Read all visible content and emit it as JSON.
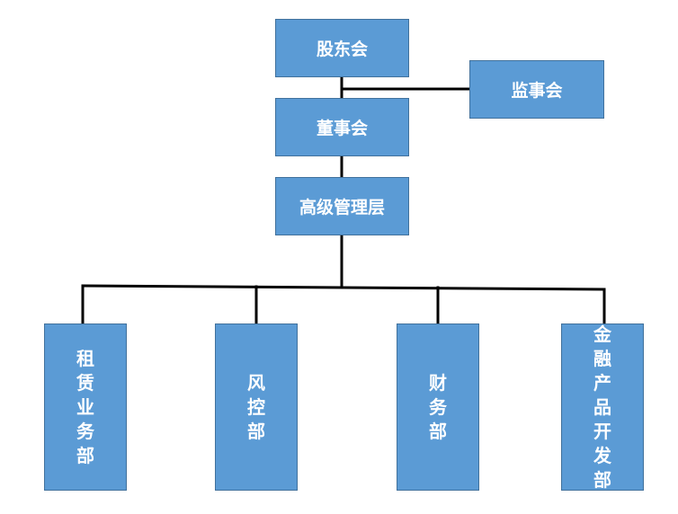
{
  "diagram": {
    "nodes": {
      "shareholders": "股东会",
      "supervisors": "监事会",
      "board": "董事会",
      "senior_management": "高级管理层",
      "leasing_department": "租赁业务部",
      "risk_department": "风控部",
      "finance_department": "财务部",
      "products_department": "金融产品开发部"
    },
    "colors": {
      "box_fill": "#5B9BD5",
      "box_border": "#41719C",
      "text": "#FFFFFF",
      "connector": "#000000"
    }
  }
}
